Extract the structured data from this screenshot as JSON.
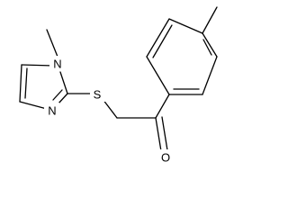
{
  "molecule": {
    "atoms": {
      "n_methyl": "N",
      "n_ring": "N",
      "sulfur": "S",
      "oxygen": "O"
    }
  },
  "colors": {
    "bond": "#000000",
    "background": "#ffffff"
  }
}
